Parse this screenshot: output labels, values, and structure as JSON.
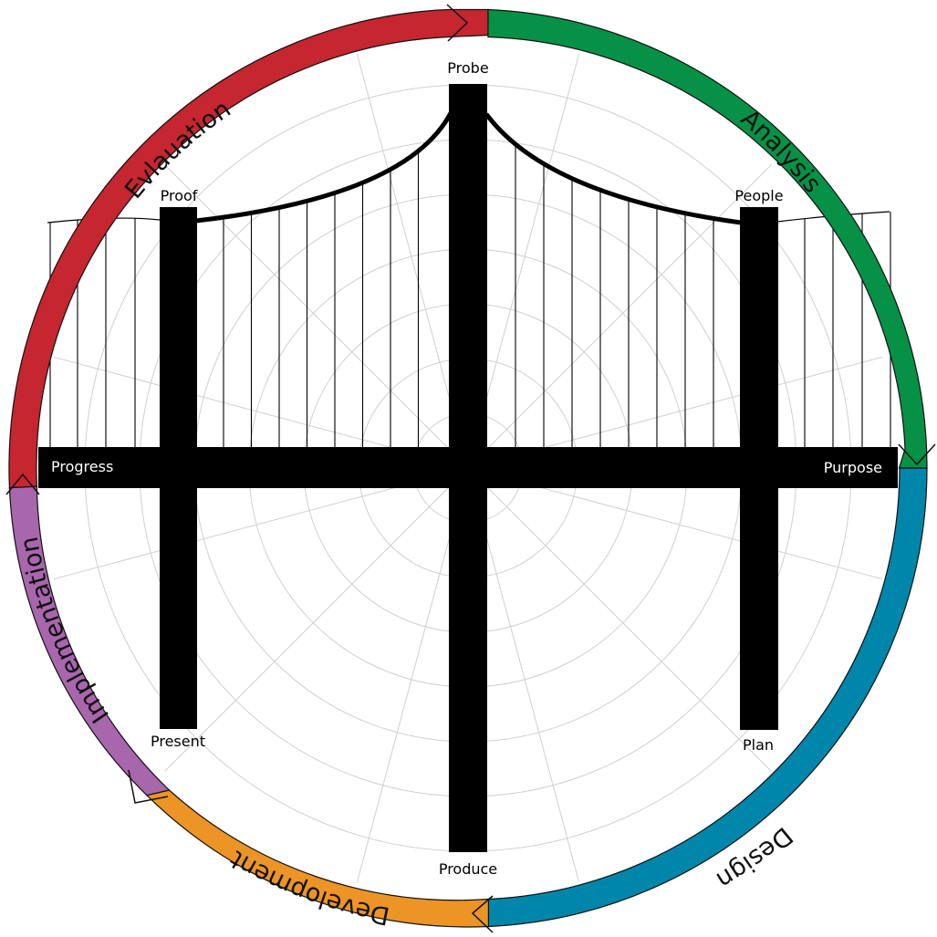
{
  "towers": {
    "center": {
      "top": "Probe",
      "bottom": "Produce"
    },
    "left": {
      "top": "Proof",
      "bottom": "Present"
    },
    "right": {
      "top": "People",
      "bottom": "Plan"
    }
  },
  "deck": {
    "left": "Progress",
    "right": "Purpose"
  },
  "phases": [
    {
      "key": "analysis",
      "label": "Analysis",
      "color": "#079146"
    },
    {
      "key": "design",
      "label": "Design",
      "color": "#0086aa"
    },
    {
      "key": "development",
      "label": "Development",
      "color": "#ec9425"
    },
    {
      "key": "implementation",
      "label": "Implementation",
      "color": "#a866ad"
    },
    {
      "key": "evaluation",
      "label": "Evlauation",
      "color": "#c5262f"
    }
  ],
  "colors": {
    "structure": "#000000",
    "grid": "#cfcfcf",
    "ring_outline": "#111111"
  }
}
